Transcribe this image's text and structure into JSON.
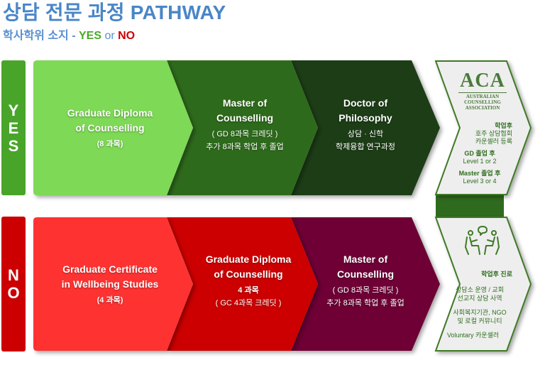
{
  "header": {
    "title": "상담 전문 과정 PATHWAY",
    "subtitle_prefix": "학사학위 소지 - ",
    "subtitle_yes": "YES",
    "subtitle_or": " or ",
    "subtitle_no": "NO"
  },
  "colors": {
    "title": "#4a86c8",
    "yes_accent": "#49a52a",
    "no_accent": "#cc0000",
    "yes_step1": "#7ed957",
    "yes_step2": "#2e6b1e",
    "yes_step3": "#1f3d14",
    "no_step1": "#ff3333",
    "no_step2": "#cc0000",
    "no_step3": "#6e0035",
    "outcome_bg": "#eeeeee",
    "outcome_border": "#3f7a28"
  },
  "yes_path": {
    "label_letters": [
      "Y",
      "E",
      "S"
    ],
    "steps": [
      {
        "title_line1": "Graduate Diploma",
        "title_line2": "of Counselling",
        "notes": [
          "(8 과목)"
        ]
      },
      {
        "title_line1": "Master of",
        "title_line2": "Counselling",
        "notes": [
          "( GD 8과목 크레딧 )",
          "추가 8과목 학업 후 졸업"
        ]
      },
      {
        "title_line1": "Doctor of",
        "title_line2": "Philosophy",
        "notes": [
          "상담 · 신학",
          "학제융합  연구과정"
        ]
      }
    ],
    "outcome": {
      "logo_big": "ACA",
      "logo_line1": "AUSTRALIAN",
      "logo_line2": "COUNSELLING",
      "logo_line3": "ASSOCIATION",
      "heading": "학업후",
      "line1": "호주 상담협회",
      "line2": "카운셀러 등록",
      "gd_heading": "GD 졸업 후",
      "gd_level": "Level 1 or 2",
      "master_heading": "Master 졸업 후",
      "master_level": "Level 3 or 4"
    }
  },
  "no_path": {
    "label_letters": [
      "N",
      "O"
    ],
    "steps": [
      {
        "title_line1": "Graduate Certificate",
        "title_line2": "in Wellbeing Studies",
        "notes": [
          "(4 과목)"
        ]
      },
      {
        "title_line1": "Graduate Diploma",
        "title_line2": "of Counselling",
        "notes": [
          "4 과목",
          "( GC 4과목 크레딧 )"
        ]
      },
      {
        "title_line1": "Master of",
        "title_line2": "Counselling",
        "notes": [
          "( GD 8과목 크레딧 )",
          "추가 8과목 학업 후 졸업"
        ]
      }
    ],
    "outcome": {
      "icon": "counselling-session-icon",
      "heading": "학업후 진로",
      "line1": "상담소 운영 / 교회",
      "line2": "선교지 상담 사역",
      "line3": "사회복지기관, NGO",
      "line4": "및 로컬 커뮤니티",
      "line5": "Voluntary 카운셀러"
    }
  }
}
